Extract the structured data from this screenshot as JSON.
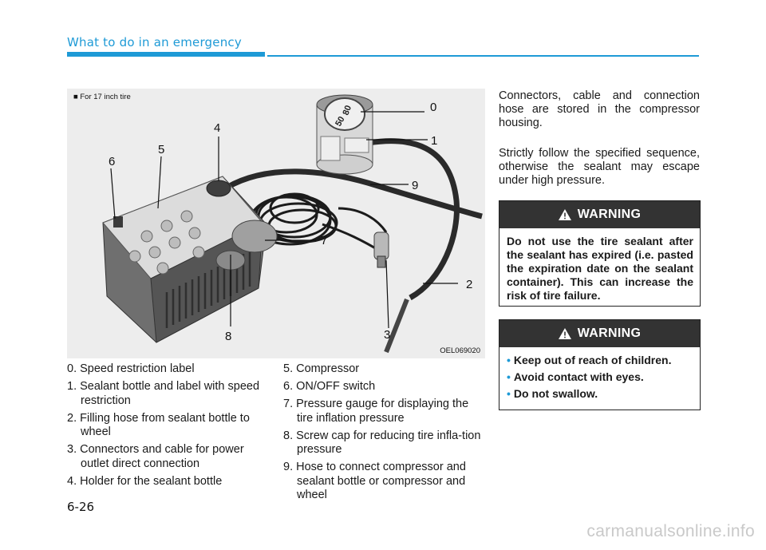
{
  "header": {
    "title": "What to do in an emergency"
  },
  "figure": {
    "tag": "■ For 17 inch tire",
    "code": "OEL069020",
    "gauge_marks": [
      "80",
      "50"
    ],
    "callouts": [
      "0",
      "1",
      "2",
      "3",
      "4",
      "5",
      "6",
      "7",
      "8",
      "9"
    ]
  },
  "legend_left": [
    "0. Speed restriction label",
    "1. Sealant bottle and label with speed restriction",
    "2. Filling hose from sealant bottle to wheel",
    "3. Connectors and cable for power outlet direct connection",
    "4. Holder for the sealant bottle"
  ],
  "legend_right": [
    "5. Compressor",
    "6. ON/OFF switch",
    "7. Pressure gauge for displaying the tire inflation pressure",
    "8. Screw cap for reducing tire infla-tion pressure",
    "9. Hose to connect compressor and sealant bottle or compressor and wheel"
  ],
  "paragraphs": [
    "Connectors, cable and connection hose are stored in the compressor housing.",
    "Strictly follow the specified sequence, otherwise the sealant may escape under high pressure."
  ],
  "warning1": {
    "title": "WARNING",
    "text": "Do not use the tire sealant after the sealant has expired (i.e. pasted the expiration date on the sealant container). This can increase the risk of tire failure."
  },
  "warning2": {
    "title": "WARNING",
    "items": [
      "Keep out of reach of children.",
      "Avoid contact with eyes.",
      "Do not swallow."
    ]
  },
  "page_number": "6-26",
  "watermark": "carmanualsonline.info",
  "colors": {
    "accent": "#1e9ad6",
    "warning_header": "#333333"
  }
}
